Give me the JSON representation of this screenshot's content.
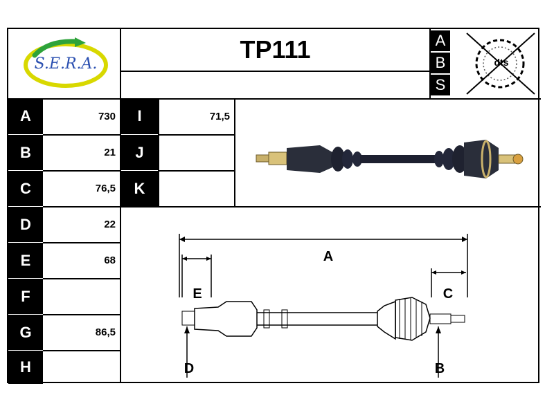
{
  "header": {
    "brand_logo_text": "S.E.R.A.",
    "part_number": "TP111",
    "abs_letters": [
      "A",
      "B",
      "S"
    ],
    "dts_label": "dts"
  },
  "specs_left": [
    {
      "label": "A",
      "value": "730"
    },
    {
      "label": "B",
      "value": "21"
    },
    {
      "label": "C",
      "value": "76,5"
    },
    {
      "label": "D",
      "value": "22"
    },
    {
      "label": "E",
      "value": "68"
    },
    {
      "label": "F",
      "value": ""
    },
    {
      "label": "G",
      "value": "86,5"
    },
    {
      "label": "H",
      "value": ""
    }
  ],
  "specs_right": [
    {
      "label": "I",
      "value": "71,5"
    },
    {
      "label": "J",
      "value": ""
    },
    {
      "label": "K",
      "value": ""
    }
  ],
  "diagram": {
    "label_a": "A",
    "label_b": "B",
    "label_c": "C",
    "label_d": "D",
    "label_e": "E"
  }
}
